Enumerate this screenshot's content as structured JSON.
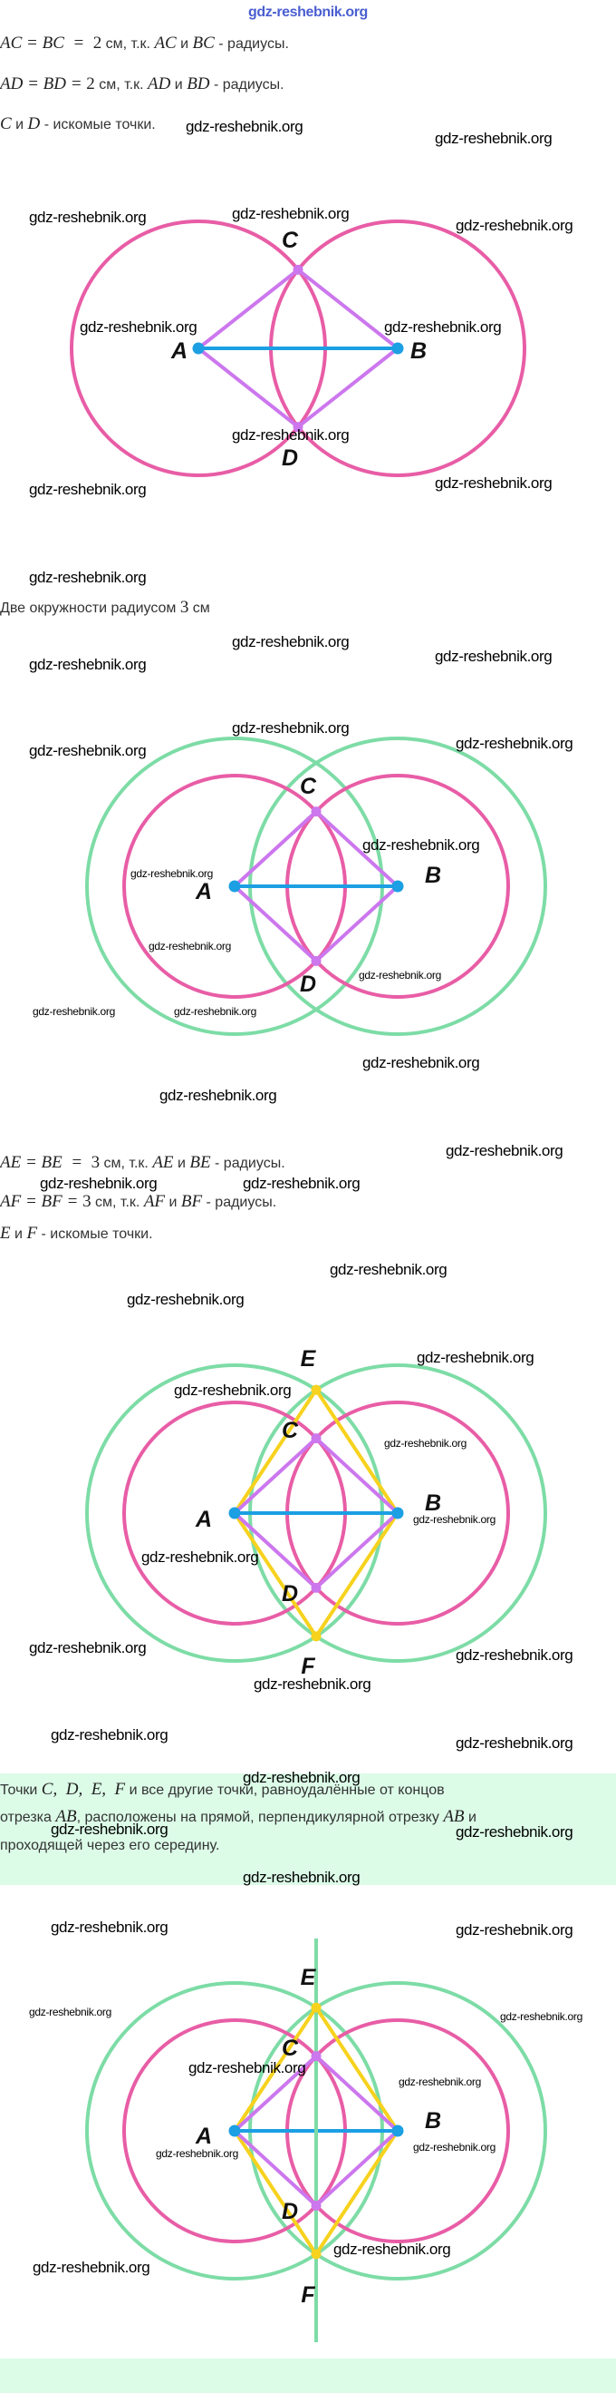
{
  "watermark": "gdz-reshebnik.org",
  "header_watermark": "gdz-reshebnik.org",
  "text": {
    "line1": [
      [
        "m",
        "AC = BC  =  "
      ],
      [
        "n",
        "2"
      ],
      [
        "t",
        " см, т.к. "
      ],
      [
        "m",
        "AC"
      ],
      [
        "t",
        " и "
      ],
      [
        "m",
        "BC"
      ],
      [
        "t",
        " - радиусы."
      ]
    ],
    "line2": [
      [
        "m",
        "AD = BD = "
      ],
      [
        "n",
        "2"
      ],
      [
        "t",
        " см, т.к. "
      ],
      [
        "m",
        "AD"
      ],
      [
        "t",
        " и "
      ],
      [
        "m",
        "BD"
      ],
      [
        "t",
        " - радиусы."
      ]
    ],
    "line3": [
      [
        "m",
        "C"
      ],
      [
        "t",
        " и "
      ],
      [
        "m",
        "D"
      ],
      [
        "t",
        " - искомые точки."
      ]
    ],
    "line4": [
      [
        "t",
        "Две окружности радиусом "
      ],
      [
        "n",
        "3"
      ],
      [
        "t",
        " см"
      ]
    ],
    "line5": [
      [
        "m",
        "AE = BE  =  "
      ],
      [
        "n",
        "3"
      ],
      [
        "t",
        " см, т.к. "
      ],
      [
        "m",
        "AE"
      ],
      [
        "t",
        " и "
      ],
      [
        "m",
        "BE"
      ],
      [
        "t",
        " - радиусы."
      ]
    ],
    "line6": [
      [
        "m",
        "AF = BF = "
      ],
      [
        "n",
        "3"
      ],
      [
        "t",
        " см, т.к. "
      ],
      [
        "m",
        "AF"
      ],
      [
        "t",
        " и "
      ],
      [
        "m",
        "BF"
      ],
      [
        "t",
        " - радиусы."
      ]
    ],
    "line7": [
      [
        "m",
        "E"
      ],
      [
        "t",
        " и "
      ],
      [
        "m",
        "F"
      ],
      [
        "t",
        " - искомые точки."
      ]
    ],
    "box1": [
      [
        "t",
        "Точки "
      ],
      [
        "m",
        "C,  D,  E,  F"
      ],
      [
        "t",
        " и все другие точки, равноудалённые от концов"
      ]
    ],
    "box2": [
      [
        "t",
        "отрезка "
      ],
      [
        "m",
        "AB"
      ],
      [
        "t",
        ", расположены на прямой, перпендикулярной отрезку "
      ],
      [
        "m",
        "AB"
      ],
      [
        "t",
        " и"
      ]
    ],
    "box3": [
      [
        "t",
        "проходящей через его середину."
      ]
    ]
  },
  "labels": {
    "A": "A",
    "B": "B",
    "C": "C",
    "D": "D",
    "E": "E",
    "F": "F"
  },
  "colors": {
    "pink": "#e85da6",
    "green": "#7ddca6",
    "purple": "#cc77ee",
    "yellow": "#f7d21e",
    "blue": "#1c9fe3",
    "box": "#dcfce8"
  }
}
